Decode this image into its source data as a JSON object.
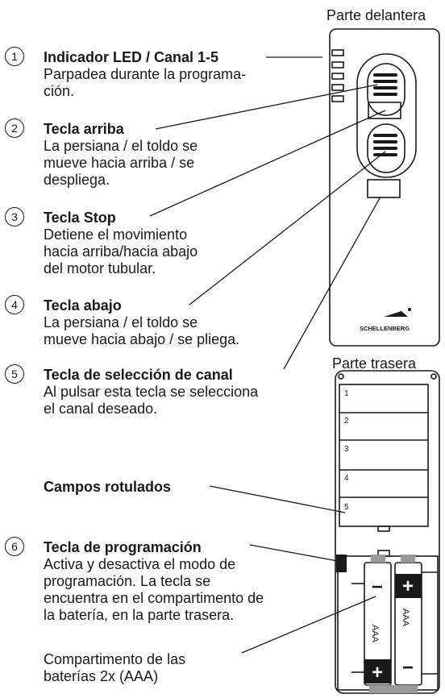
{
  "front_label": "Parte delantera",
  "back_label": "Parte trasera",
  "logo_text": "SCHELLENBERG",
  "items": [
    {
      "num": "1",
      "title": "Indicador LED / Canal 1-5",
      "desc_lines": [
        "Parpadea durante la programa-",
        "ción."
      ]
    },
    {
      "num": "2",
      "title": "Tecla arriba",
      "desc_lines": [
        "La persiana / el toldo se",
        "mueve hacia arriba / se",
        "despliega."
      ]
    },
    {
      "num": "3",
      "title": "Tecla Stop",
      "desc_lines": [
        "Detiene el movimiento",
        "hacia arriba/hacia abajo",
        "del motor tubular."
      ]
    },
    {
      "num": "4",
      "title": "Tecla abajo",
      "desc_lines": [
        "La persiana / el toldo se",
        "mueve hacia abajo / se pliega."
      ]
    },
    {
      "num": "5",
      "title": "Tecla de selección de canal",
      "desc_lines": [
        "Al pulsar esta tecla se selecciona",
        "el canal deseado."
      ]
    },
    {
      "num": "6",
      "title": "Tecla de programación",
      "desc_lines": [
        "Activa y desactiva el modo de",
        "programación. La tecla se",
        "encuentra en el compartimento de",
        "la batería, en la parte trasera."
      ]
    }
  ],
  "label_fields_title": "Campos rotulados",
  "battery_compartment_lines": [
    "Compartimento de las",
    "baterías 2x (AAA)"
  ],
  "field_numbers": [
    "1",
    "2",
    "3",
    "4",
    "5"
  ],
  "battery_type": "AAA",
  "plus_sign": "+",
  "minus_sign": "−"
}
